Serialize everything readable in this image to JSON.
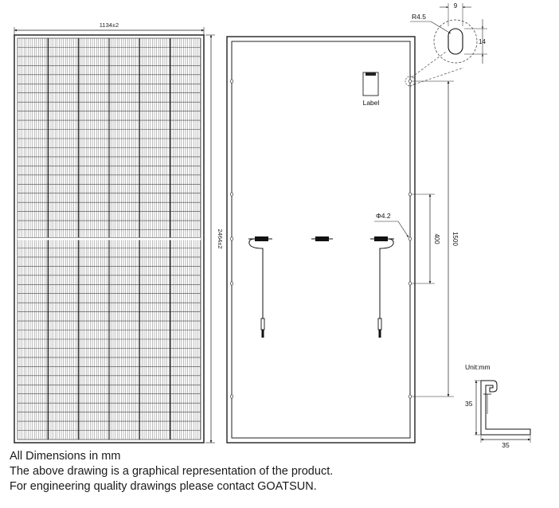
{
  "front_view": {
    "width_dim": "1134±2",
    "height_dim": "2464±2"
  },
  "back_view": {
    "label_text": "Label",
    "hole_dia": "Φ4.2",
    "dim_400": "400",
    "dim_1500": "1500"
  },
  "slot_detail": {
    "radius": "R4.5",
    "width": "9",
    "length": "14"
  },
  "frame_profile": {
    "unit": "Unit:mm",
    "height": "35",
    "width": "35"
  },
  "notes": {
    "line1": "All Dimensions in mm",
    "line2": "The above drawing is a graphical representation of the product.",
    "line3": "For engineering quality drawings please contact GOATSUN."
  }
}
